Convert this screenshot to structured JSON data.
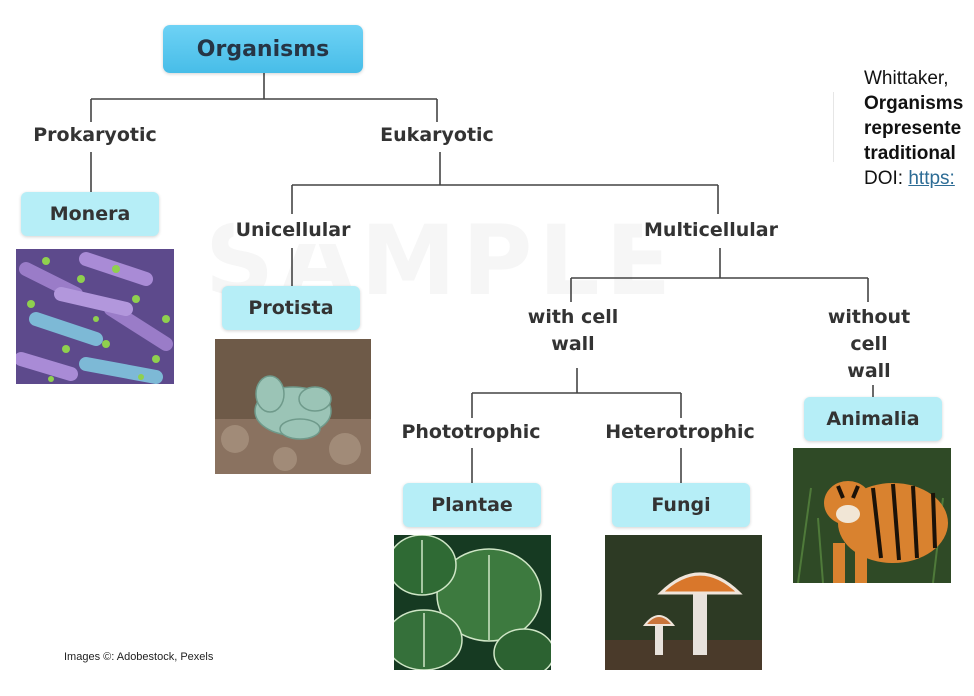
{
  "diagram": {
    "root": "Organisms",
    "level1": [
      "Prokaryotic",
      "Eukaryotic"
    ],
    "level2": [
      "Unicellular",
      "Multicellular"
    ],
    "level3": [
      "with cell\nwall",
      "without cell\nwall"
    ],
    "level4": [
      "Phototrophic",
      "Heterotrophic"
    ],
    "kingdoms": {
      "monera": "Monera",
      "protista": "Protista",
      "plantae": "Plantae",
      "fungi": "Fungi",
      "animalia": "Animalia"
    }
  },
  "citation": {
    "line1": "Whittaker,",
    "line2": "Organisms",
    "line3": "represente",
    "line4": "traditional",
    "doi_label": "DOI:",
    "doi_link": "https:"
  },
  "credit": "Images ©: Adobestock, Pexels",
  "images": {
    "monera": "bacteria-micrograph",
    "protista": "protist-micrograph",
    "plantae": "green-leaves-photo",
    "fungi": "mushroom-photo",
    "animalia": "tiger-photo"
  },
  "colors": {
    "root_box": "#47bde8",
    "kingdom_box": "#b6eef7",
    "connector": "#444444",
    "link": "#2d6c95"
  }
}
